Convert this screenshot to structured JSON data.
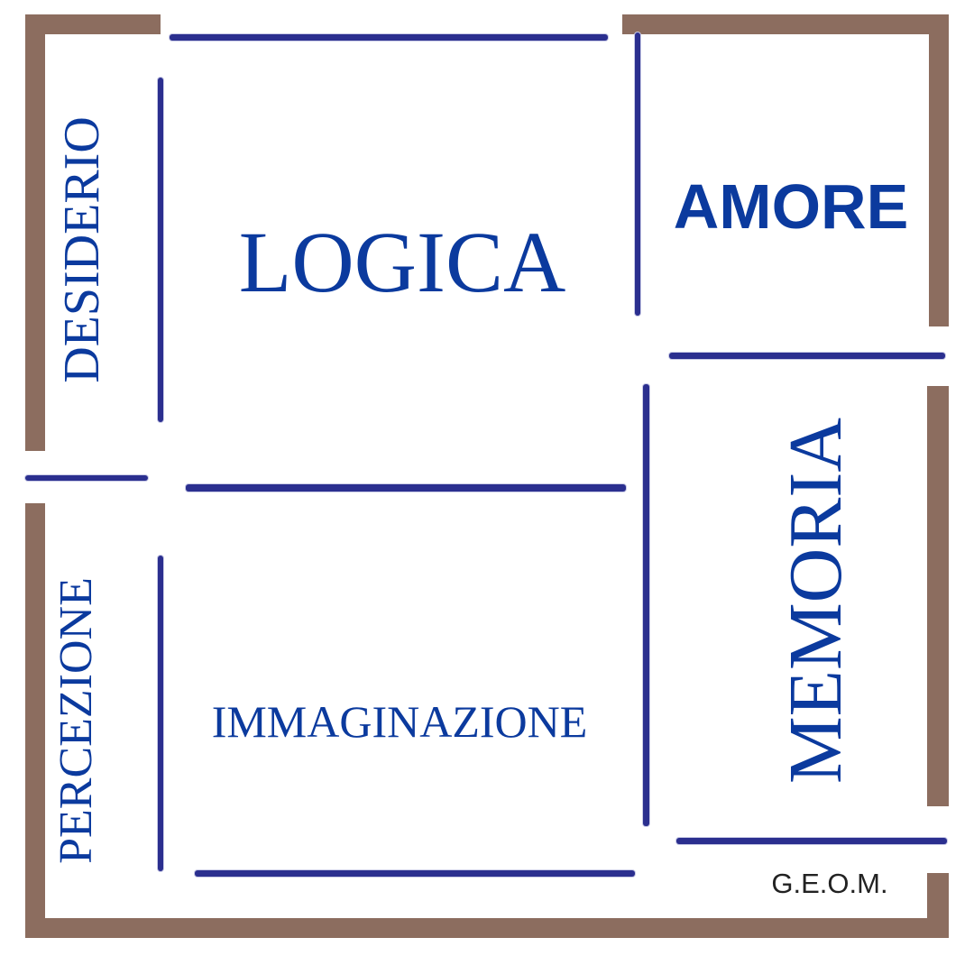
{
  "rooms": {
    "desiderio": "DESIDERIO",
    "logica": "LOGICA",
    "amore": "AMORE",
    "memoria": "MEMORIA",
    "percezione": "PERCEZIONE",
    "immaginazione": "IMMAGINAZIONE"
  },
  "signature": "G.E.O.M.",
  "colors": {
    "wall": "#8c6d5f",
    "partition": "#2b2f8f",
    "label": "#0b3a9e",
    "signature": "#222222"
  }
}
